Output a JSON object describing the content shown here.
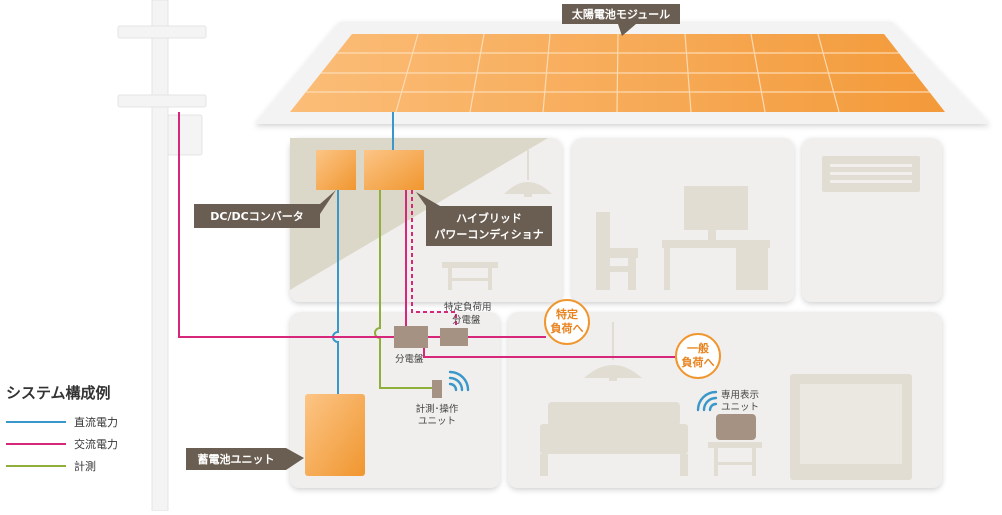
{
  "labels": {
    "solar_module": "太陽電池モジュール",
    "dcdc_converter": "DC/DCコンバータ",
    "hybrid_pcs_line1": "ハイブリッド",
    "hybrid_pcs_line2": "パワーコンディショナ",
    "specific_panel_line1": "特定負荷用",
    "specific_panel_line2": "分電盤",
    "main_panel": "分電盤",
    "specific_load_line1": "特定",
    "specific_load_line2": "負荷へ",
    "general_load_line1": "一般",
    "general_load_line2": "負荷へ",
    "measure_unit_line1": "計測･操作",
    "measure_unit_line2": "ユニット",
    "display_unit_line1": "専用表示",
    "display_unit_line2": "ユニット",
    "battery_unit": "蓄電池ユニット"
  },
  "legend": {
    "title": "システム構成例",
    "items": [
      {
        "label": "直流電力",
        "color": "#3a97c9"
      },
      {
        "label": "交流電力",
        "color": "#d6277a"
      },
      {
        "label": "計測",
        "color": "#8fae3c"
      }
    ]
  },
  "colors": {
    "dc": "#3a97c9",
    "ac": "#d6277a",
    "measure": "#8fae3c",
    "orange": "#f2a14a",
    "room_bg": "#f0efed",
    "furniture": "#e1ddd3",
    "tag_bg": "#6a5d51",
    "device_brown": "#a59282",
    "load_circle": "#f0962f"
  }
}
